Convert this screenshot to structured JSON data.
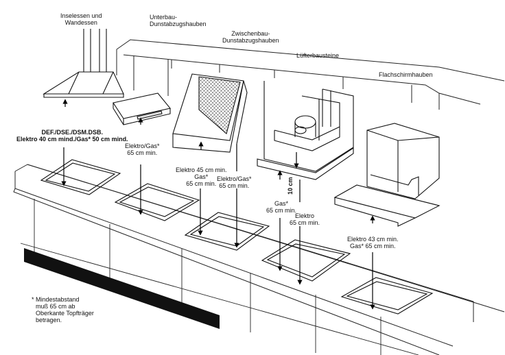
{
  "categories": {
    "island": [
      "Inselessen und",
      "Wandessen"
    ],
    "underbuilt": [
      "Unterbau-",
      "Dunstabzugshauben"
    ],
    "intermediate": [
      "Zwischenbau-",
      "Dunstabzugshauben"
    ],
    "fan_module": "Lüfterbausteine",
    "flat": "Flachschirmhauben"
  },
  "notes": {
    "island_line1": "DEF./DSE./DSM.DSB.",
    "island_line2": "Elektro 40 cm mind./Gas* 50 cm mind.",
    "underbuilt_line1": "Elektro/Gas*",
    "underbuilt_line2": "65 cm min.",
    "intermediate_elektro": "Elektro 45 cm min.",
    "intermediate_gas1": "Gas*",
    "intermediate_gas2": "65 cm min.",
    "intermediate_combo1": "Elektro/Gas*",
    "intermediate_combo2": "65 cm min.",
    "fan_gas1": "Gas*",
    "fan_gas2": "65 cm min.",
    "fan_elektro1": "Elektro",
    "fan_elektro2": "65 cm min.",
    "fan_height": "10 cm",
    "flat_elektro": "Elektro 43 cm min.",
    "flat_gas": "Gas* 65 cm min."
  },
  "footnote": [
    "* Mindestabstand",
    "muß 65 cm ab",
    "Oberkante Topfträger",
    "betragen."
  ]
}
